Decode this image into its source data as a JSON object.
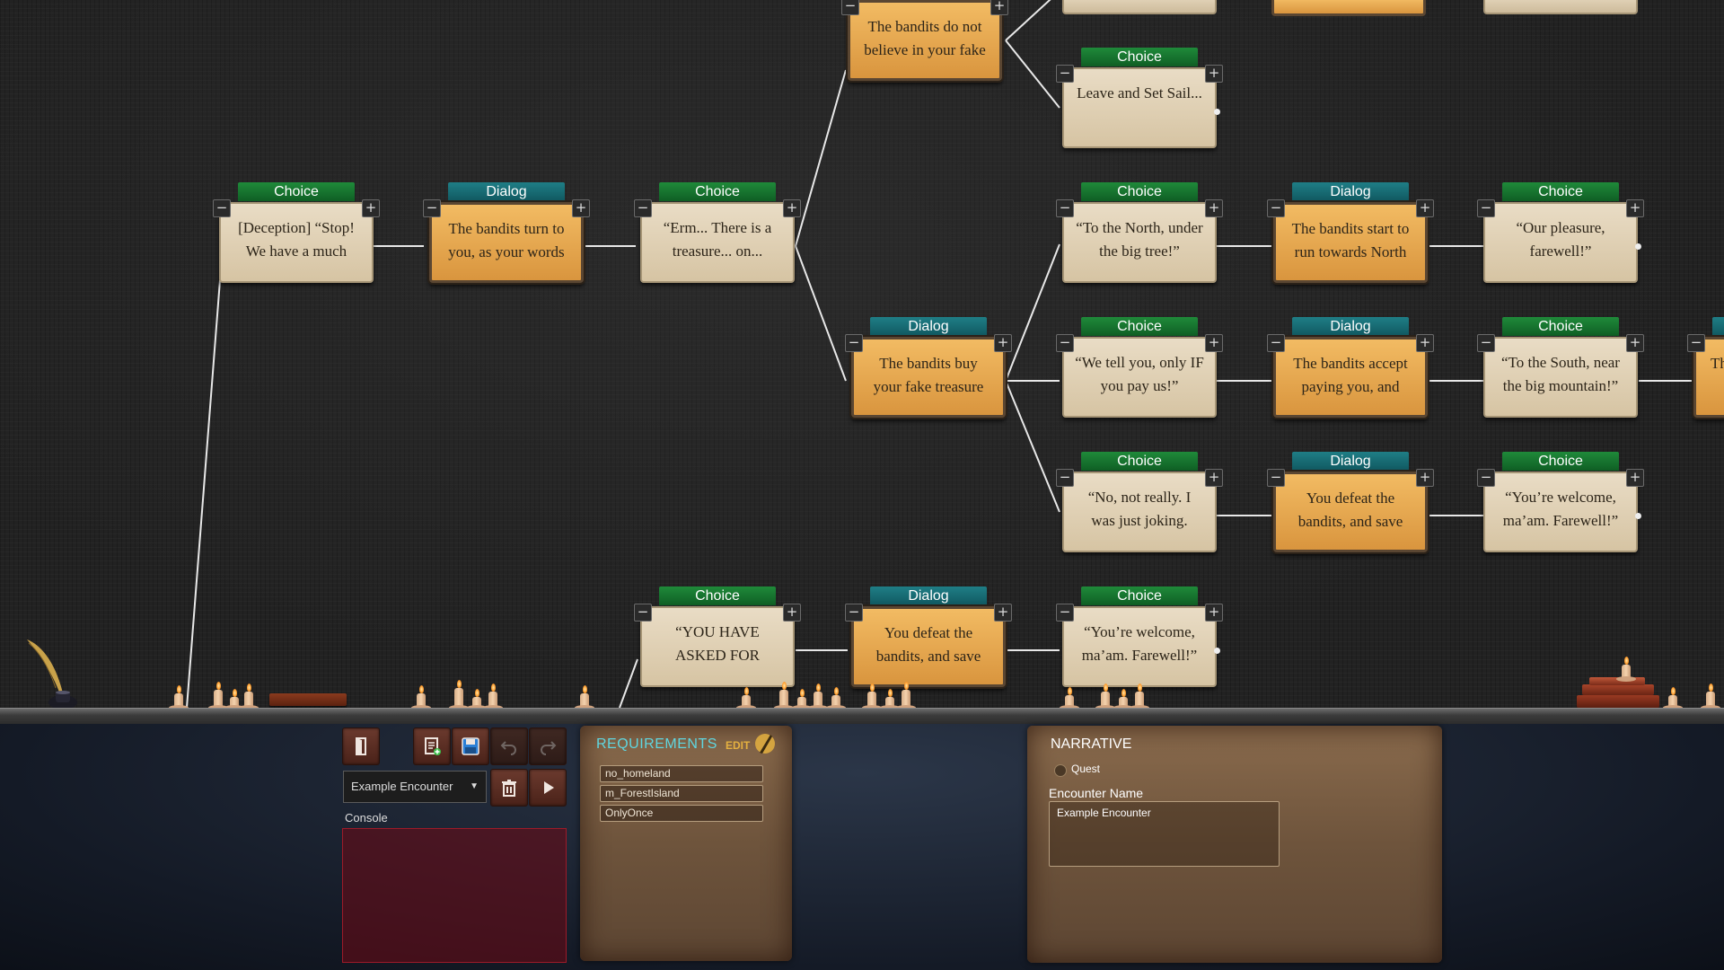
{
  "nodes": {
    "n1": {
      "type": "Dialog",
      "text": "The bandits do not believe in your fake"
    },
    "n2": {
      "type": "Choice",
      "text": "Leave and Set Sail..."
    },
    "n3": {
      "type": "Choice",
      "text": "[Deception] “Stop! We have a much"
    },
    "n4": {
      "type": "Dialog",
      "text": "The bandits turn to you, as your words"
    },
    "n5": {
      "type": "Choice",
      "text": "“Erm... There is a treasure... on..."
    },
    "n6": {
      "type": "Choice",
      "text": "“To the North, under the big tree!”"
    },
    "n7": {
      "type": "Dialog",
      "text": "The bandits start to run towards North"
    },
    "n8": {
      "type": "Choice",
      "text": "“Our pleasure, farewell!”"
    },
    "n9": {
      "type": "Dialog",
      "text": "The bandits buy your fake treasure"
    },
    "n10": {
      "type": "Choice",
      "text": "“We tell you, only IF you pay us!”"
    },
    "n11": {
      "type": "Dialog",
      "text": "The bandits accept paying you, and"
    },
    "n12": {
      "type": "Choice",
      "text": "“To the South, near the big mountain!”"
    },
    "n13": {
      "type": "Choice",
      "text": "“No, not really. I was just joking."
    },
    "n14": {
      "type": "Dialog",
      "text": "You defeat the bandits, and save"
    },
    "n15": {
      "type": "Choice",
      "text": "“You’re welcome, ma’am. Farewell!”"
    },
    "n16": {
      "type": "Choice",
      "text": "“YOU HAVE ASKED FOR"
    },
    "n17": {
      "type": "Dialog",
      "text": "You defeat the bandits, and save"
    },
    "n18": {
      "type": "Choice",
      "text": "“You’re welcome, ma’am. Farewell!”"
    },
    "n19": {
      "type": "Dialog",
      "text": "Th ru"
    }
  },
  "node_buttons": {
    "minus": "−",
    "plus": "+"
  },
  "toolbar": {
    "encounter_select": "Example Encounter",
    "console_label": "Console"
  },
  "requirements": {
    "title": "REQUIREMENTS",
    "edit_label": "EDIT",
    "items": [
      "no_homeland",
      "m_ForestIsland",
      "OnlyOnce"
    ]
  },
  "narrative": {
    "title": "NARRATIVE",
    "quest_label": "Quest",
    "encounter_name_label": "Encounter Name",
    "encounter_name_value": "Example Encounter"
  },
  "colors": {
    "choice_tag": "#1f8a3a",
    "dialog_tag": "#1f7e86",
    "dialog_card": "#eaa650",
    "choice_card": "#e2d3b8",
    "requirements_title": "#5fd6e0",
    "console_bg": "#6e0a14"
  }
}
